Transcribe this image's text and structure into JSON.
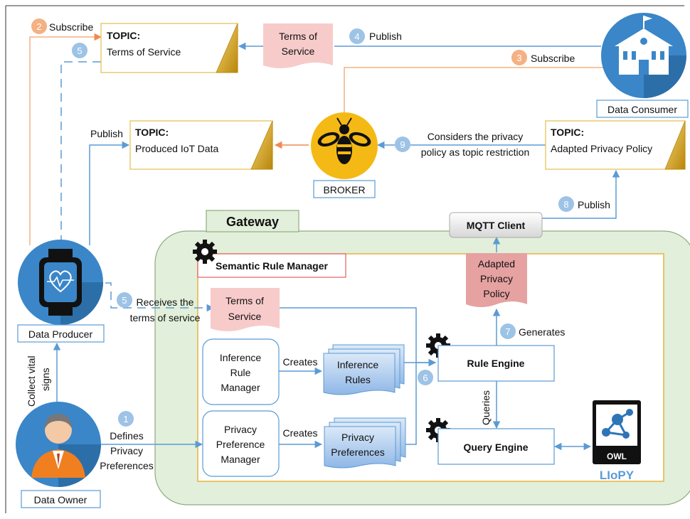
{
  "steps": {
    "s1": "1",
    "s2": "2",
    "s3": "3",
    "s4": "4",
    "s5a": "5",
    "s5b": "5",
    "s6": "6",
    "s7": "7",
    "s8": "8",
    "s9": "9"
  },
  "labels": {
    "subscribe_2": "Subscribe",
    "subscribe_3": "Subscribe",
    "publish_4": "Publish",
    "publish_left": "Publish",
    "publish_8": "Publish",
    "considers_1": "Considers the privacy",
    "considers_2": "policy as topic restriction",
    "receives_1": "Receives the",
    "receives_2": "terms of service",
    "creates_1": "Creates",
    "creates_2": "Creates",
    "generates": "Generates",
    "queries": "Queries",
    "defines_1": "Defines",
    "defines_2": "Privacy",
    "defines_3": "Preferences",
    "collect_1": "Collect vital",
    "collect_2": "signs"
  },
  "topics": {
    "tos_head": "TOPIC:",
    "tos_name": "Terms of Service",
    "iot_head": "TOPIC:",
    "iot_name": "Produced IoT Data",
    "app_head": "TOPIC:",
    "app_name": "Adapted Privacy Policy"
  },
  "documents": {
    "tos_top_1": "Terms of",
    "tos_top_2": "Service",
    "tos_gw_1": "Terms of",
    "tos_gw_2": "Service",
    "app_1": "Adapted",
    "app_2": "Privacy",
    "app_3": "Policy"
  },
  "actors": {
    "consumer": "Data Consumer",
    "producer": "Data Producer",
    "owner": "Data Owner",
    "broker": "BROKER"
  },
  "gateway": {
    "title": "Gateway",
    "srm": "Semantic Rule Manager",
    "mqtt": "MQTT Client",
    "irm_1": "Inference",
    "irm_2": "Rule",
    "irm_3": "Manager",
    "ppm_1": "Privacy",
    "ppm_2": "Preference",
    "ppm_3": "Manager",
    "ir_1": "Inference",
    "ir_2": "Rules",
    "pp_1": "Privacy",
    "pp_2": "Preferences",
    "rule_engine": "Rule Engine",
    "query_engine": "Query Engine",
    "owl": "OWL",
    "liopy": "LIoPY"
  },
  "colors": {
    "blue_line": "#5b9bd5",
    "orange_line": "#f4b183",
    "badge_blue": "#9dc3e6",
    "badge_orange": "#f4b183",
    "gateway_fill": "#e2efda",
    "doc_pink": "#f8cbcb",
    "doc_red": "#e6a1a1",
    "actor_blue": "#3a86c8",
    "broker_yellow": "#f5b915",
    "liopy_blue": "#2e75b6"
  }
}
